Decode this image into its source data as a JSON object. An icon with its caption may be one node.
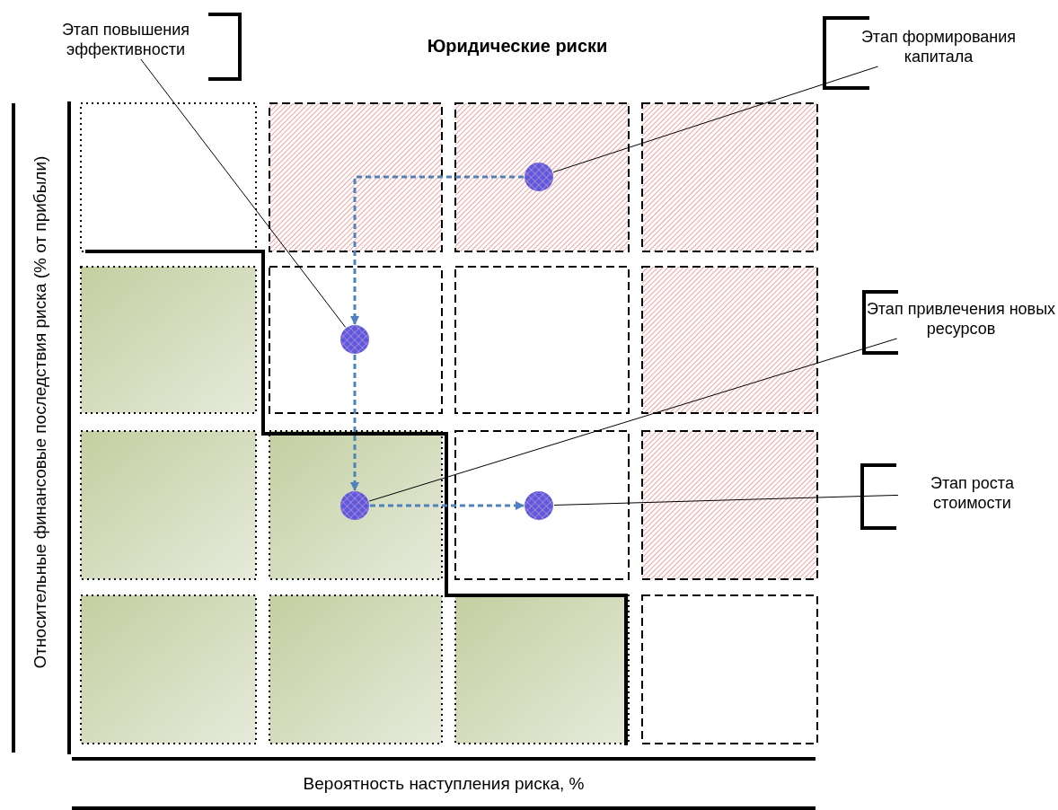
{
  "diagram": {
    "title": "Юридические риски",
    "nodes": [
      {
        "text": [
          "Этап повышения эффективности"
        ]
      },
      {
        "text": [
          "Этап формирования капитала"
        ]
      },
      {
        "text": [],
        "shape": "circle"
      },
      {
        "text": [
          "Этап привлечения новых ресурсов"
        ]
      },
      {
        "text": [],
        "shape": "circle"
      },
      {
        "text": [],
        "shape": "circle"
      },
      {
        "text": [],
        "shape": "circle"
      },
      {
        "text": [
          "Этап роста стоимости"
        ]
      }
    ],
    "edges": [
      {
        "from": 2,
        "to": 4,
        "arrow": "to",
        "style": "dashed",
        "color": "#4f81bd"
      },
      {
        "from": 4,
        "to": 5,
        "arrow": "to",
        "style": "dashed",
        "color": "#4f81bd"
      },
      {
        "from": 5,
        "to": 6,
        "arrow": "to",
        "style": "dashed",
        "color": "#4f81bd"
      },
      {
        "from": 0,
        "to": 4,
        "arrow": "none"
      },
      {
        "from": 1,
        "to": 2,
        "arrow": "none"
      },
      {
        "from": 3,
        "to": 5,
        "arrow": "none"
      },
      {
        "from": 7,
        "to": 6,
        "arrow": "none"
      }
    ],
    "labels": [
      "Относительные финансовые последствия риска (% от прибыли)",
      "Вероятность наступления риска, %"
    ]
  }
}
